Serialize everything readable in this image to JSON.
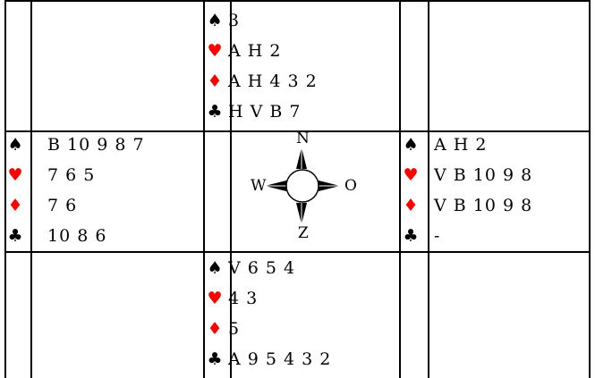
{
  "suits": {
    "spade": "♠",
    "heart": "♥",
    "diamond": "♦",
    "club": "♣"
  },
  "colors": {
    "heart": "#ff0000",
    "diamond": "#ff0000",
    "spade": "#000000",
    "club": "#000000"
  },
  "north": {
    "spades": "3",
    "hearts": "A H 2",
    "diamonds": "A H 4 3 2",
    "clubs": "H V B 7"
  },
  "west": {
    "spades": "B 10 9 8 7",
    "hearts": "7 6 5",
    "diamonds": "7 6",
    "clubs": "10 8 6"
  },
  "east": {
    "spades": "A H 2",
    "hearts": "V B 10 9 8",
    "diamonds": "V B 10 9 8",
    "clubs": "-"
  },
  "south": {
    "spades": "V 6 5 4",
    "hearts": "4 3",
    "diamonds": "5",
    "clubs": "A 9 5 4 3 2"
  },
  "compass": {
    "n": "N",
    "w": "W",
    "o": "O",
    "z": "Z"
  }
}
